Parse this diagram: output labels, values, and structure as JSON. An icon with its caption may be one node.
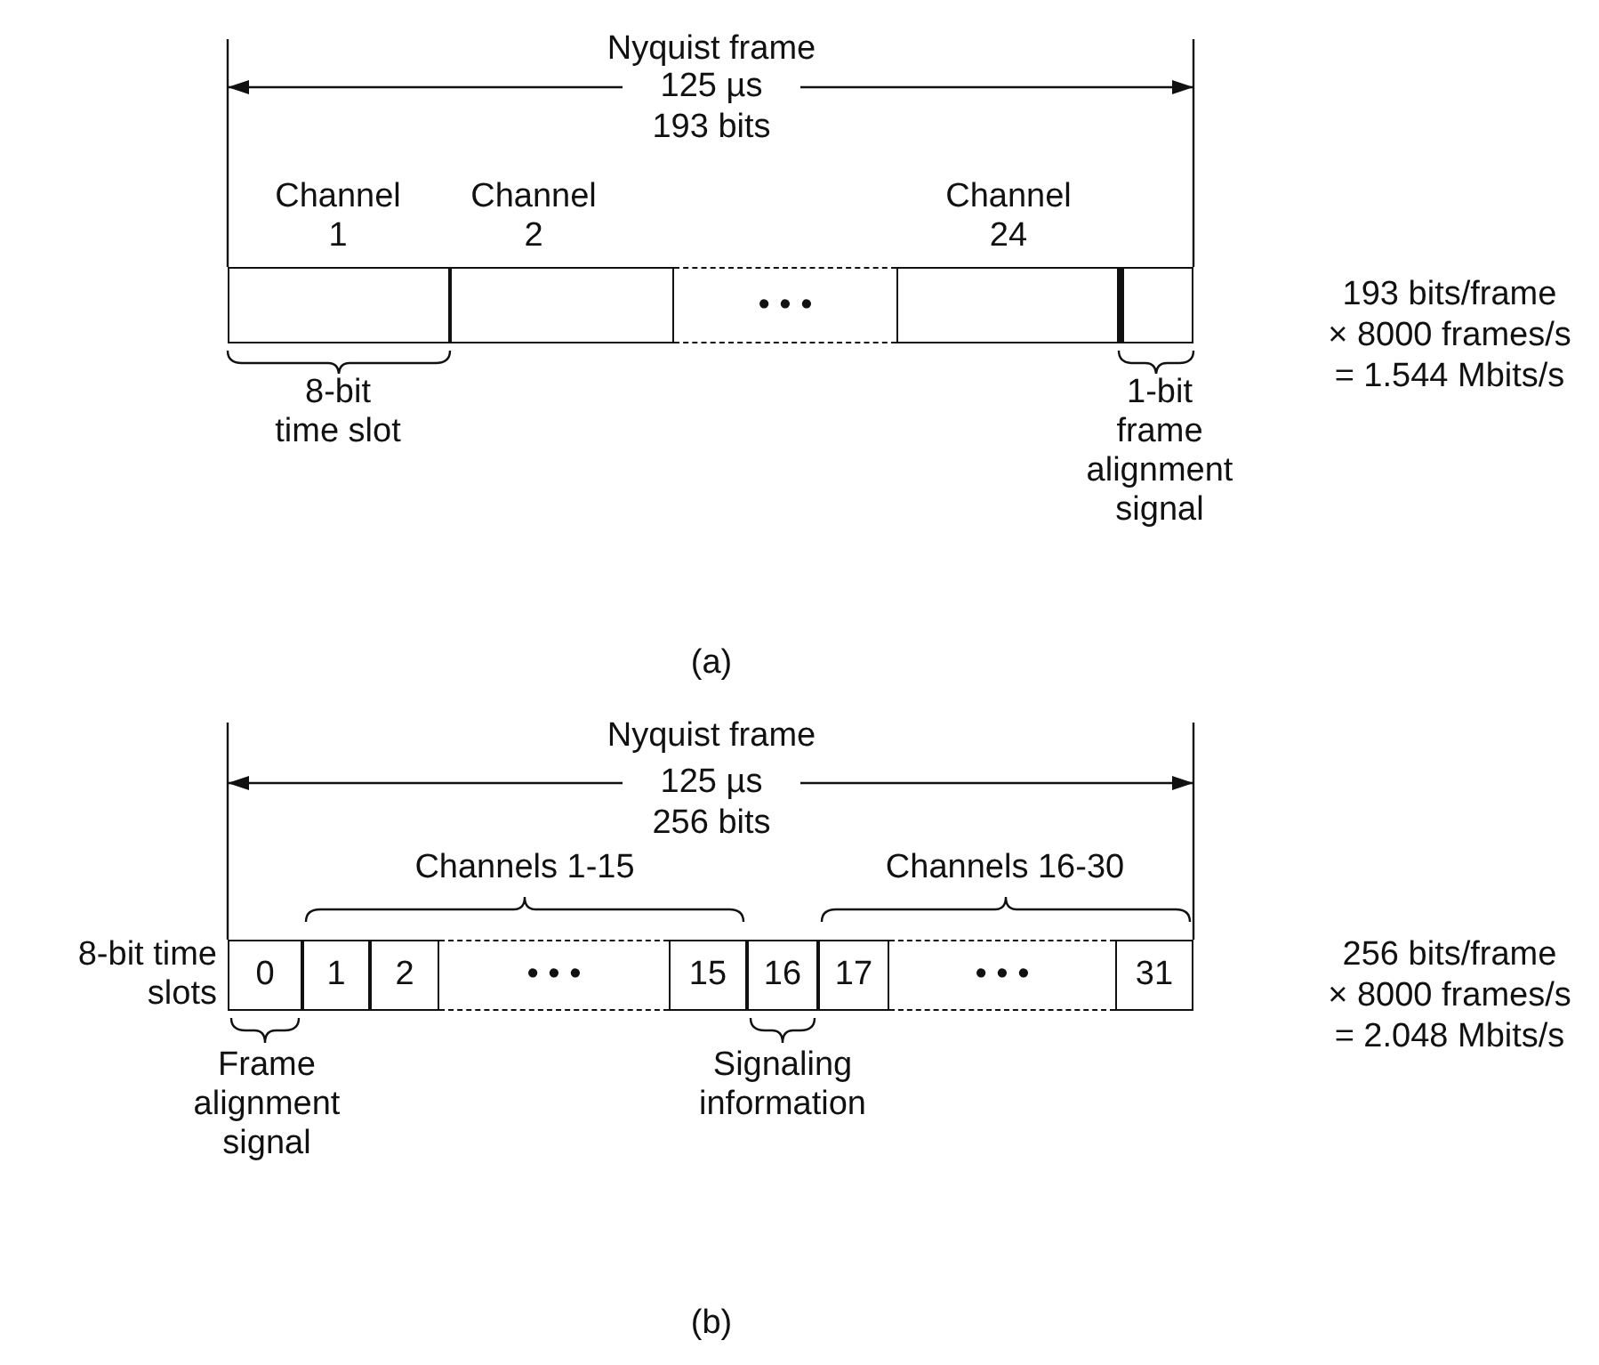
{
  "diagram": {
    "nodes": [
      {
        "text": [],
        "shape": "box",
        "beside": [
          "Channel 1"
        ]
      },
      {
        "text": [],
        "shape": "box",
        "beside": [
          "Channel 2"
        ]
      },
      {
        "text": [
          "• • •"
        ]
      },
      {
        "text": [],
        "shape": "box",
        "beside": [
          "Channel 24"
        ]
      },
      {
        "text": [],
        "shape": "box"
      },
      {
        "text": [
          "0"
        ]
      },
      {
        "text": [
          "1"
        ]
      },
      {
        "text": [
          "2"
        ]
      },
      {
        "text": [
          "• • •"
        ]
      },
      {
        "text": [
          "15"
        ]
      },
      {
        "text": [
          "16"
        ]
      },
      {
        "text": [
          "17"
        ]
      },
      {
        "text": [
          "• • •"
        ]
      },
      {
        "text": [
          "31"
        ]
      }
    ],
    "labels": [
      "Nyquist frame",
      "125 µs",
      "193 bits",
      "8-bit time slot",
      "1-bit frame alignment signal",
      "193 bits/frame",
      "× 8000 frames/s",
      "= 1.544 Mbits/s",
      "(a)",
      "Nyquist frame",
      "125 µs",
      "256 bits",
      "Channels 1-15",
      "Channels 16-30",
      "8-bit time slots",
      "Frame alignment signal",
      "Signaling information",
      "256 bits/frame",
      "× 8000 frames/s",
      "= 2.048 Mbits/s",
      "(b)"
    ]
  }
}
